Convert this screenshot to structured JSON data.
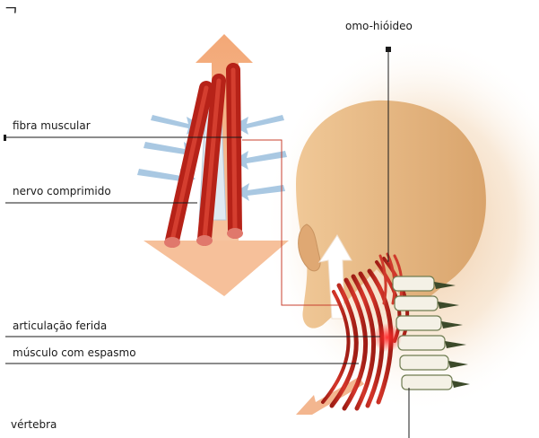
{
  "corner_mark": "ᄀ",
  "labels": {
    "omo_hioideo": "omo-hióideo",
    "fibra_muscular": "fibra muscular",
    "nervo_comprimido": "nervo comprimido",
    "articulacao_ferida": "articulação ferida",
    "musculo_espasmo": "músculo com espasmo",
    "vertebra": "vértebra"
  },
  "colors": {
    "muscle_red": "#c8281e",
    "arrow_orange": "#f0a070",
    "skin": "#e8b987",
    "pressure_blue": "#a9c8e2",
    "injury_red": "#ff3b3b"
  }
}
